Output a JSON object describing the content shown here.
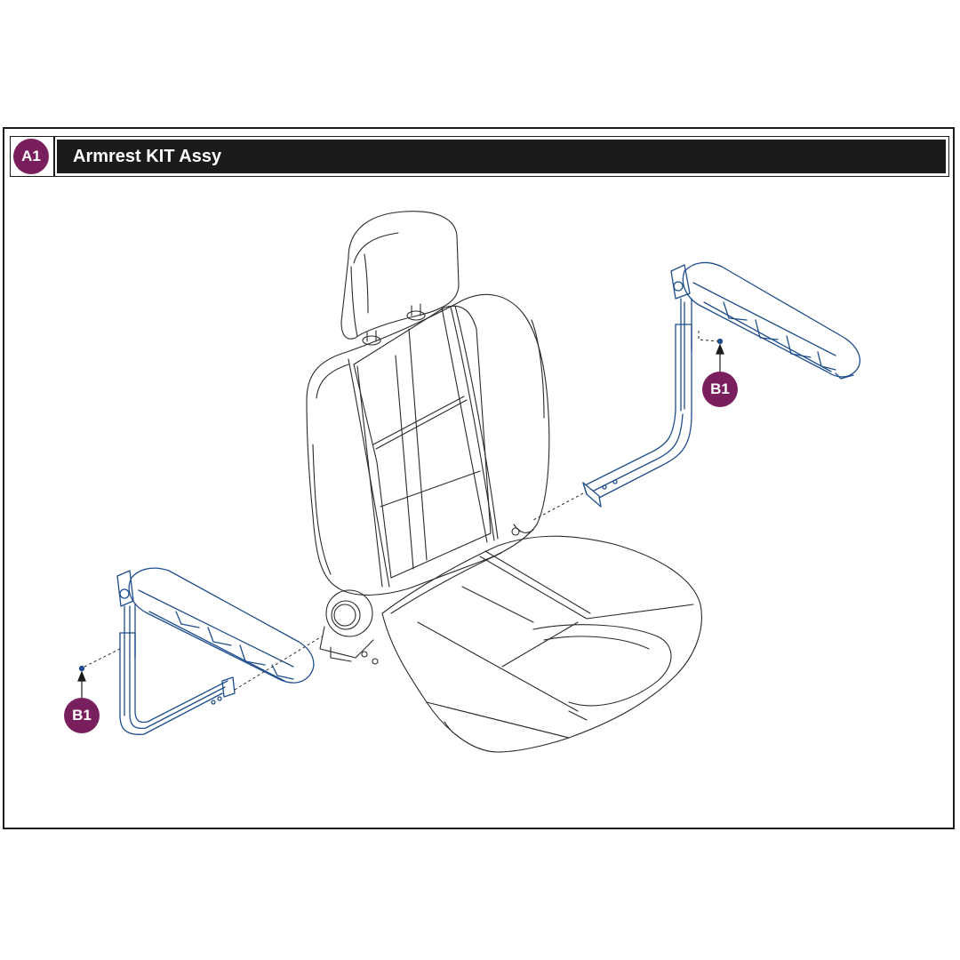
{
  "header": {
    "item_label": "A1",
    "title": "Armrest KIT Assy"
  },
  "callouts": {
    "right_label": "B1",
    "left_label": "B1"
  },
  "colors": {
    "badge": "#7a1f5e",
    "part_highlight": "#1f4e8c",
    "line_art": "#2a2a2a",
    "title_bar": "#1b1b1b"
  }
}
